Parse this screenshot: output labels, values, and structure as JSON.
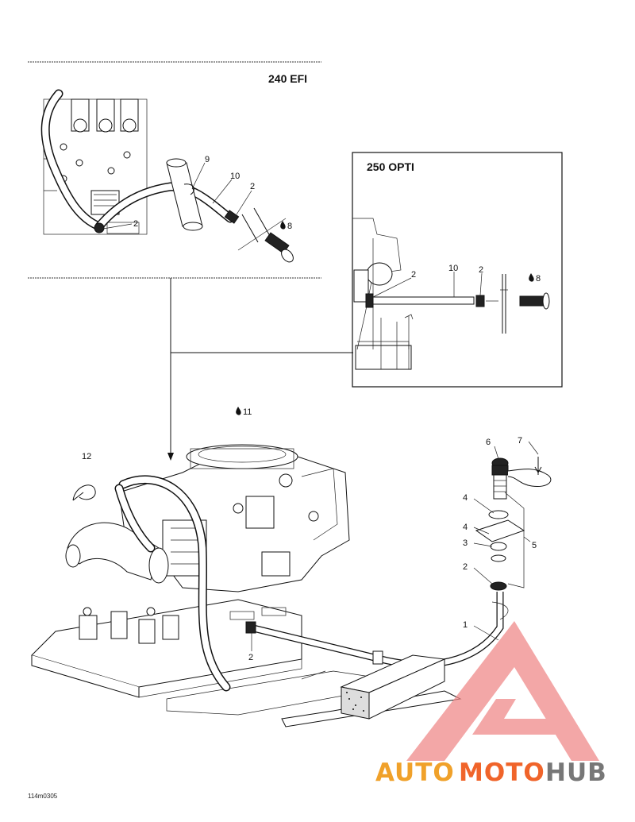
{
  "panels": {
    "efi_title": "240 EFI",
    "opti_title": "250 OPTI"
  },
  "callouts": {
    "efi": [
      "9",
      "10",
      "2",
      "2",
      "8"
    ],
    "opti": [
      "2",
      "10",
      "2",
      "8"
    ],
    "main": [
      "11",
      "12",
      "6",
      "7",
      "4",
      "4",
      "3",
      "2",
      "5",
      "1",
      "2"
    ]
  },
  "drawing_code": "114m0305",
  "watermark": {
    "auto": "AUTO",
    "moto": "MOTO",
    "hub": "HUB",
    "colors": {
      "auto": "#f0a12a",
      "moto": "#f0642a",
      "hub": "#777777",
      "logo": "#f08a8a"
    }
  },
  "icons": [
    "oil-drop-icon"
  ]
}
